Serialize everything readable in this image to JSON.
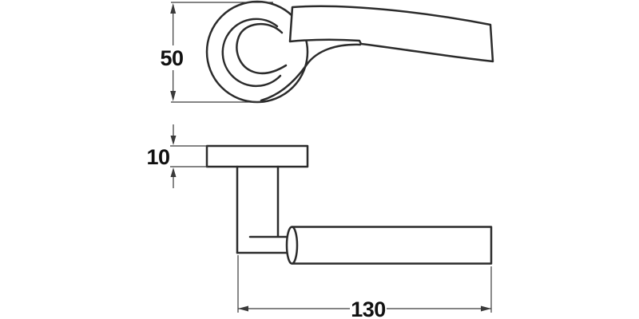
{
  "drawing": {
    "subject": "Technical drawing of a lever door handle on a round rose, shown in two orthographic views (front view of rose with curved lever, side view of rose plate, neck and cylindrical grip)",
    "background": "#ffffff",
    "outline_color": "#2b2b2b",
    "dimension_color": "#3a3a3a",
    "views": [
      {
        "id": "front",
        "label": "front view: round rose with curved lever blade"
      },
      {
        "id": "side",
        "label": "side view: rose plate, neck and grip cylinder"
      }
    ],
    "dimensions": {
      "rose_diameter": "50",
      "rose_thickness": "10",
      "lever_length": "130"
    }
  }
}
